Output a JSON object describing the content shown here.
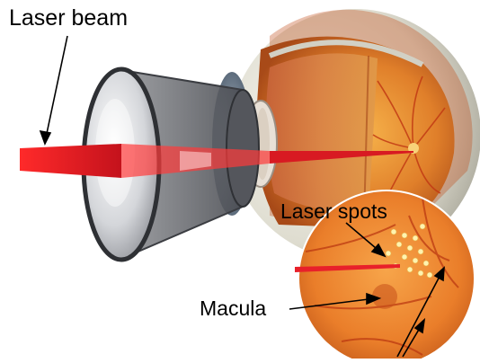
{
  "labels": {
    "laser_beam": "Laser beam",
    "laser_spots": "Laser spots",
    "macula": "Macula"
  },
  "colors": {
    "laser": "#e8202a",
    "retina": "#e88a2a",
    "sclera": "#e2e0d6",
    "lens_frame": "#6a6a70"
  }
}
